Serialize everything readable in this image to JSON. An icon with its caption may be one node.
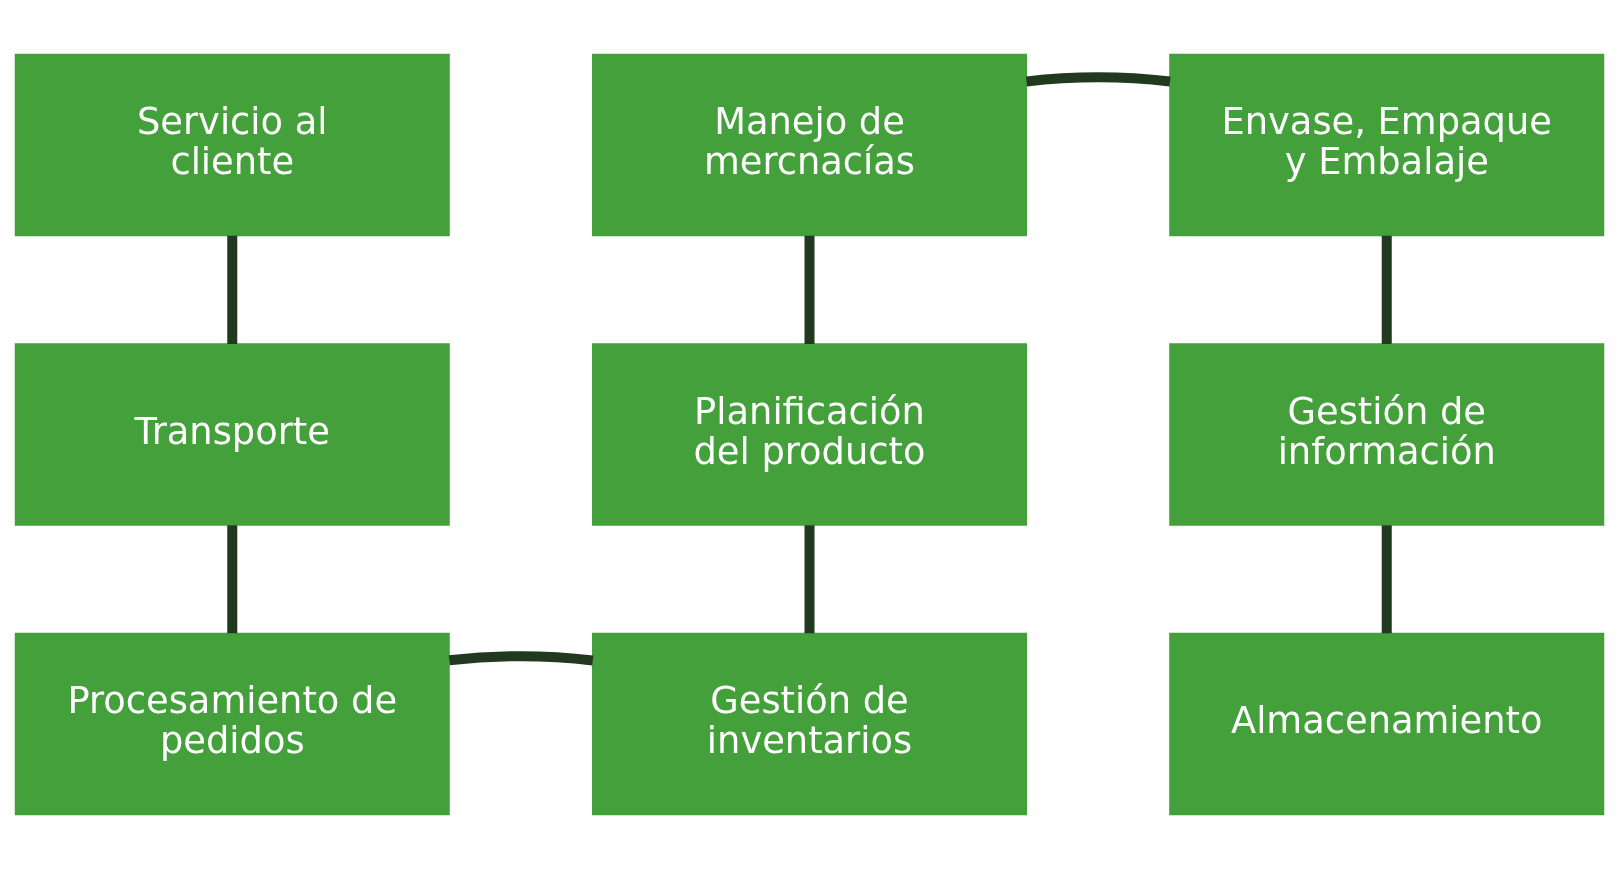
{
  "diagram": {
    "nodes": [
      {
        "text": [
          "Servicio al cliente"
        ]
      },
      {
        "text": [
          "Manejo de mercnacías"
        ]
      },
      {
        "text": [
          "Envase, Empaque y Embalaje"
        ]
      },
      {
        "text": [
          "Transporte"
        ]
      },
      {
        "text": [
          "Planificación del producto"
        ]
      },
      {
        "text": [
          "Gestión de información"
        ]
      },
      {
        "text": [
          "Procesamiento de pedidos"
        ]
      },
      {
        "text": [
          "Gestión de inventarios"
        ]
      },
      {
        "text": [
          "Almacenamiento"
        ]
      }
    ],
    "edges": [
      {
        "from": 0,
        "to": 3,
        "arrow": "none"
      },
      {
        "from": 3,
        "to": 6,
        "arrow": "none"
      },
      {
        "from": 6,
        "to": 7,
        "arrow": "none"
      },
      {
        "from": 7,
        "to": 4,
        "arrow": "none"
      },
      {
        "from": 4,
        "to": 1,
        "arrow": "none"
      },
      {
        "from": 1,
        "to": 2,
        "arrow": "none"
      },
      {
        "from": 2,
        "to": 5,
        "arrow": "none"
      },
      {
        "from": 5,
        "to": 8,
        "arrow": "none"
      }
    ]
  }
}
